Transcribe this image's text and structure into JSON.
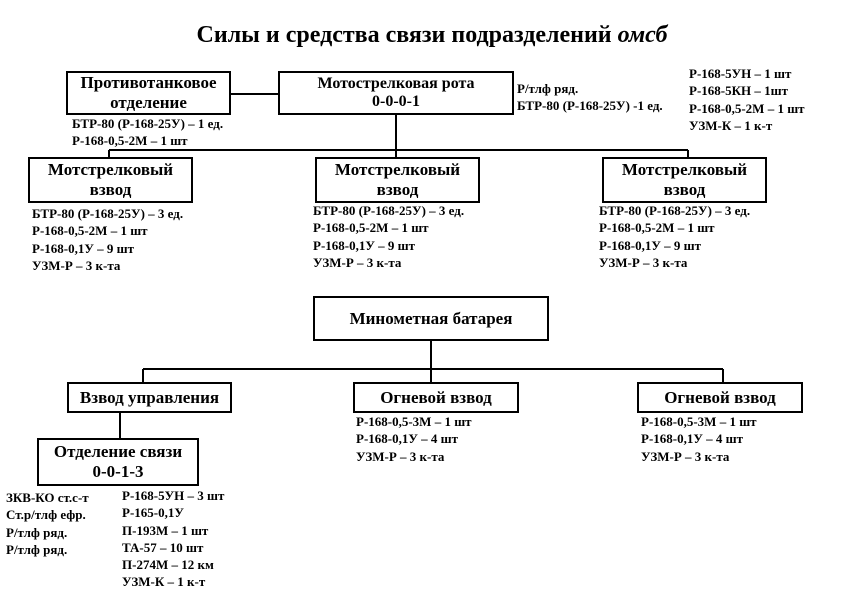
{
  "title": {
    "main": "Силы и средства связи подразделений",
    "italic": "омсб"
  },
  "company": {
    "line1": "Мотострелковая рота",
    "line2": "0-0-0-1",
    "side_notes": [
      "Р/тлф ряд.",
      "БТР-80 (Р-168-25У) -1 ед."
    ],
    "equipment": [
      "Р-168-5УН – 1 шт",
      "Р-168-5КН – 1шт",
      "Р-168-0,5-2М – 1 шт",
      "УЗМ-К – 1 к-т"
    ]
  },
  "antitank": {
    "line1": "Противотанковое",
    "line2": "отделение",
    "equipment": [
      "БТР-80 (Р-168-25У) – 1 ед.",
      "Р-168-0,5-2М – 1 шт"
    ]
  },
  "platoons": [
    {
      "line1": "Мотстрелковый",
      "line2": "взвод",
      "equipment": [
        "БТР-80 (Р-168-25У) – 3 ед.",
        "Р-168-0,5-2М – 1 шт",
        "Р-168-0,1У – 9 шт",
        "УЗМ-Р – 3 к-та"
      ]
    },
    {
      "line1": "Мотстрелковый",
      "line2": "взвод",
      "equipment": [
        "БТР-80 (Р-168-25У) – 3 ед.",
        "Р-168-0,5-2М – 1 шт",
        "Р-168-0,1У – 9 шт",
        "УЗМ-Р – 3 к-та"
      ]
    },
    {
      "line1": "Мотстрелковый",
      "line2": "взвод",
      "equipment": [
        "БТР-80 (Р-168-25У) – 3 ед.",
        "Р-168-0,5-2М – 1 шт",
        "Р-168-0,1У – 9 шт",
        "УЗМ-Р – 3 к-та"
      ]
    }
  ],
  "battery": {
    "label": "Минометная батарея"
  },
  "control_platoon": {
    "label": "Взвод управления"
  },
  "fire_platoons": [
    {
      "label": "Огневой взвод",
      "equipment": [
        "Р-168-0,5-3М – 1 шт",
        "Р-168-0,1У – 4 шт",
        "УЗМ-Р – 3 к-та"
      ]
    },
    {
      "label": "Огневой взвод",
      "equipment": [
        "Р-168-0,5-3М – 1 шт",
        "Р-168-0,1У – 4 шт",
        "УЗМ-Р – 3 к-та"
      ]
    }
  ],
  "comm_section": {
    "line1": "Отделение связи",
    "line2": "0-0-1-3",
    "staff": [
      "ЗКВ-КО ст.с-т",
      "Ст.р/тлф ефр.",
      "Р/тлф ряд.",
      "Р/тлф ряд."
    ],
    "equipment": [
      "Р-168-5УН – 3 шт",
      "Р-165-0,1У",
      "П-193М – 1 шт",
      "ТА-57 – 10 шт",
      "П-274М – 12 км",
      "УЗМ-К – 1 к-т"
    ]
  }
}
